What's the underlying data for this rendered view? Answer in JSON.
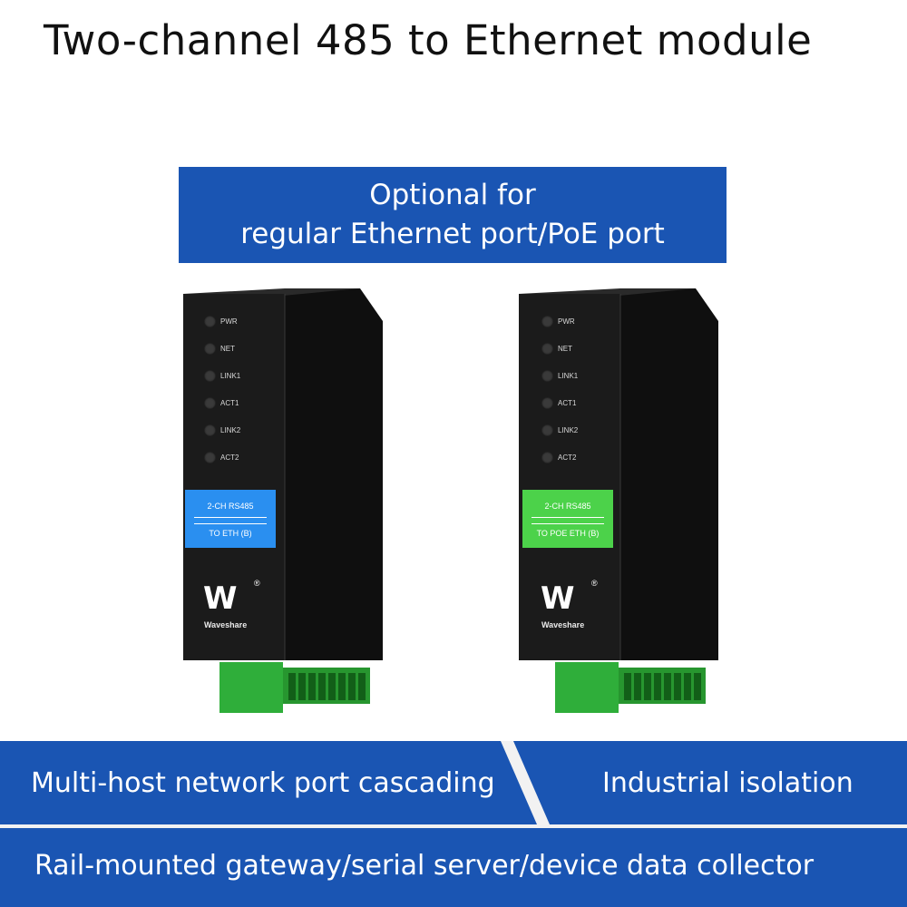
{
  "title": "Two-channel 485 to Ethernet module",
  "banner": {
    "line1": "Optional for",
    "line2": "regular Ethernet port/PoE port"
  },
  "devices": [
    {
      "leds": [
        "PWR",
        "NET",
        "LINK1",
        "ACT1",
        "LINK2",
        "ACT2"
      ],
      "label_line1": "2-CH RS485",
      "label_line2": "TO ETH (B)",
      "label_color": "#2a8ff0",
      "brand": "Waveshare"
    },
    {
      "leds": [
        "PWR",
        "NET",
        "LINK1",
        "ACT1",
        "LINK2",
        "ACT2"
      ],
      "label_line1": "2-CH RS485",
      "label_line2": "TO POE ETH (B)",
      "label_color": "#4cd24a",
      "brand": "Waveshare"
    }
  ],
  "features": {
    "left": "Multi-host network port cascading",
    "right": "Industrial isolation",
    "bottom": "Rail-mounted gateway/serial server/device data collector"
  },
  "colors": {
    "banner": "#1a55b3",
    "terminal": "#2fae3a",
    "device_body": "#1b1b1b"
  }
}
